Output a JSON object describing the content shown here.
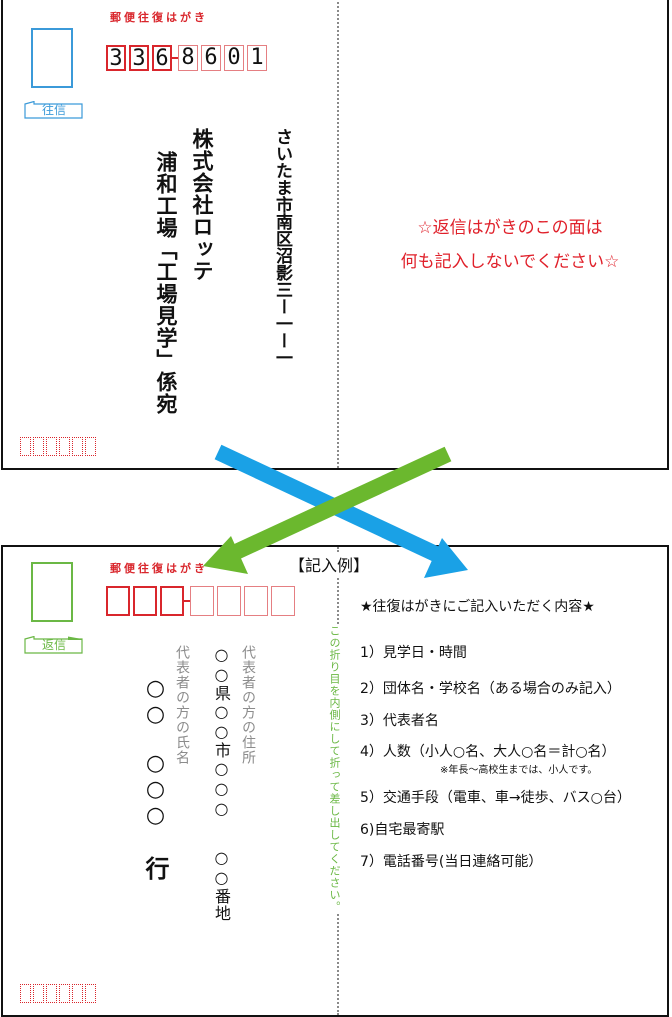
{
  "colors": {
    "postal_red": "#d9262c",
    "outgoing_blue": "#3b9ad9",
    "return_green": "#6bb845",
    "message_red": "#e0202a",
    "fold_gray": "#8a8a8a",
    "arrow_blue": "#1aa1e6",
    "arrow_green": "#6bb82e"
  },
  "top_card": {
    "postal_label": "郵便往復はがき",
    "tag_label": "往信",
    "zip_digits": [
      "3",
      "3",
      "6",
      "8",
      "6",
      "0",
      "1"
    ],
    "company_name": "株式会社ロッテ",
    "recipient": "浦和工場「工場見学」係宛",
    "address": "さいたま市南区沼影三ー一ー一",
    "notice_line1": "☆返信はがきのこの面は",
    "notice_line2": "何も記入しないでください☆"
  },
  "bottom_card": {
    "heading": "【記入例】",
    "postal_label": "郵便往復はがき",
    "tag_label": "返信",
    "rep_name_label": "代表者の方の氏名",
    "rep_name_value": "○○　○○○",
    "rep_name_suffix": "行",
    "rep_address_label": "代表者の方の住所",
    "rep_address_value": "○○県○○市○○○",
    "rep_address_value2": "○○番地",
    "fold_instruction": "この折り目を内側にして折って差し出してください。",
    "list_title": "★往復はがきにご記入いただく内容★",
    "items": [
      "1）見学日・時間",
      "2）団体名・学校名（ある場合のみ記入）",
      "3）代表者名",
      "4）人数（小人○名、大人○名＝計○名）",
      "5）交通手段（電車、車→徒歩、バス○台）",
      "6)自宅最寄駅",
      "7）電話番号(当日連絡可能）"
    ],
    "item4_note": "※年長～高校生までは、小人です。"
  }
}
